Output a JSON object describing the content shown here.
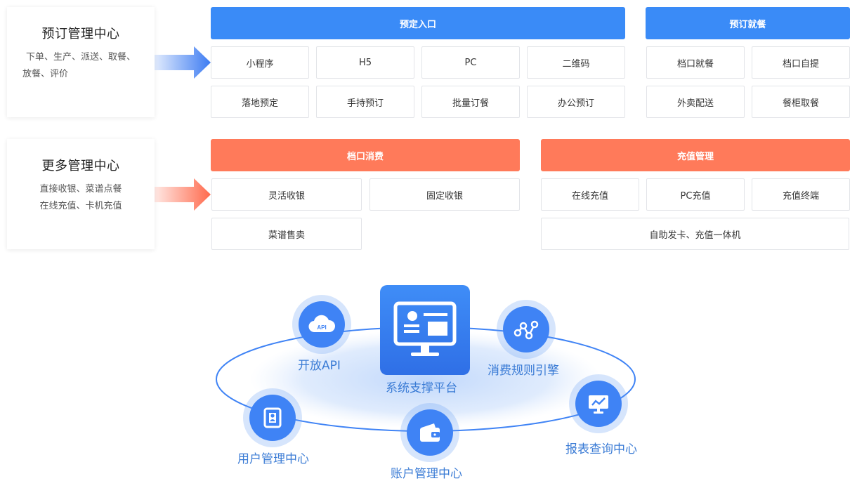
{
  "reservation_center": {
    "title": "预订管理中心",
    "desc_line1": "下单、生产、派送、取餐、",
    "desc_line2": "放餐、评价"
  },
  "more_center": {
    "title": "更多管理中心",
    "desc_line1": "直接收银、菜谱点餐",
    "desc_line2": "在线充值、卡机充值"
  },
  "booking_entry": {
    "header": "预定入口",
    "items": [
      "小程序",
      "H5",
      "PC",
      "二维码",
      "落地预定",
      "手持预订",
      "批量订餐",
      "办公预订"
    ]
  },
  "booking_dining": {
    "header": "预订就餐",
    "items": [
      "档口就餐",
      "档口自提",
      "外卖配送",
      "餐柜取餐"
    ]
  },
  "stall_consumption": {
    "header": "档口消费",
    "items": [
      "灵活收银",
      "固定收银",
      "菜谱售卖"
    ]
  },
  "recharge": {
    "header": "充值管理",
    "items": [
      "在线充值",
      "PC充值",
      "充值终端",
      "自助发卡、充值一体机"
    ]
  },
  "diagram": {
    "center_label": "系统支撑平台",
    "api_badge": "API",
    "nodes": {
      "open_api": "开放API",
      "rules_engine": "消费规则引擎",
      "user_center": "用户管理中心",
      "account_center": "账户管理中心",
      "report_center": "报表查询中心"
    }
  },
  "colors": {
    "blue": "#3a8bf7",
    "orange": "#ff7a5a",
    "label_blue": "#3a7bd5"
  }
}
